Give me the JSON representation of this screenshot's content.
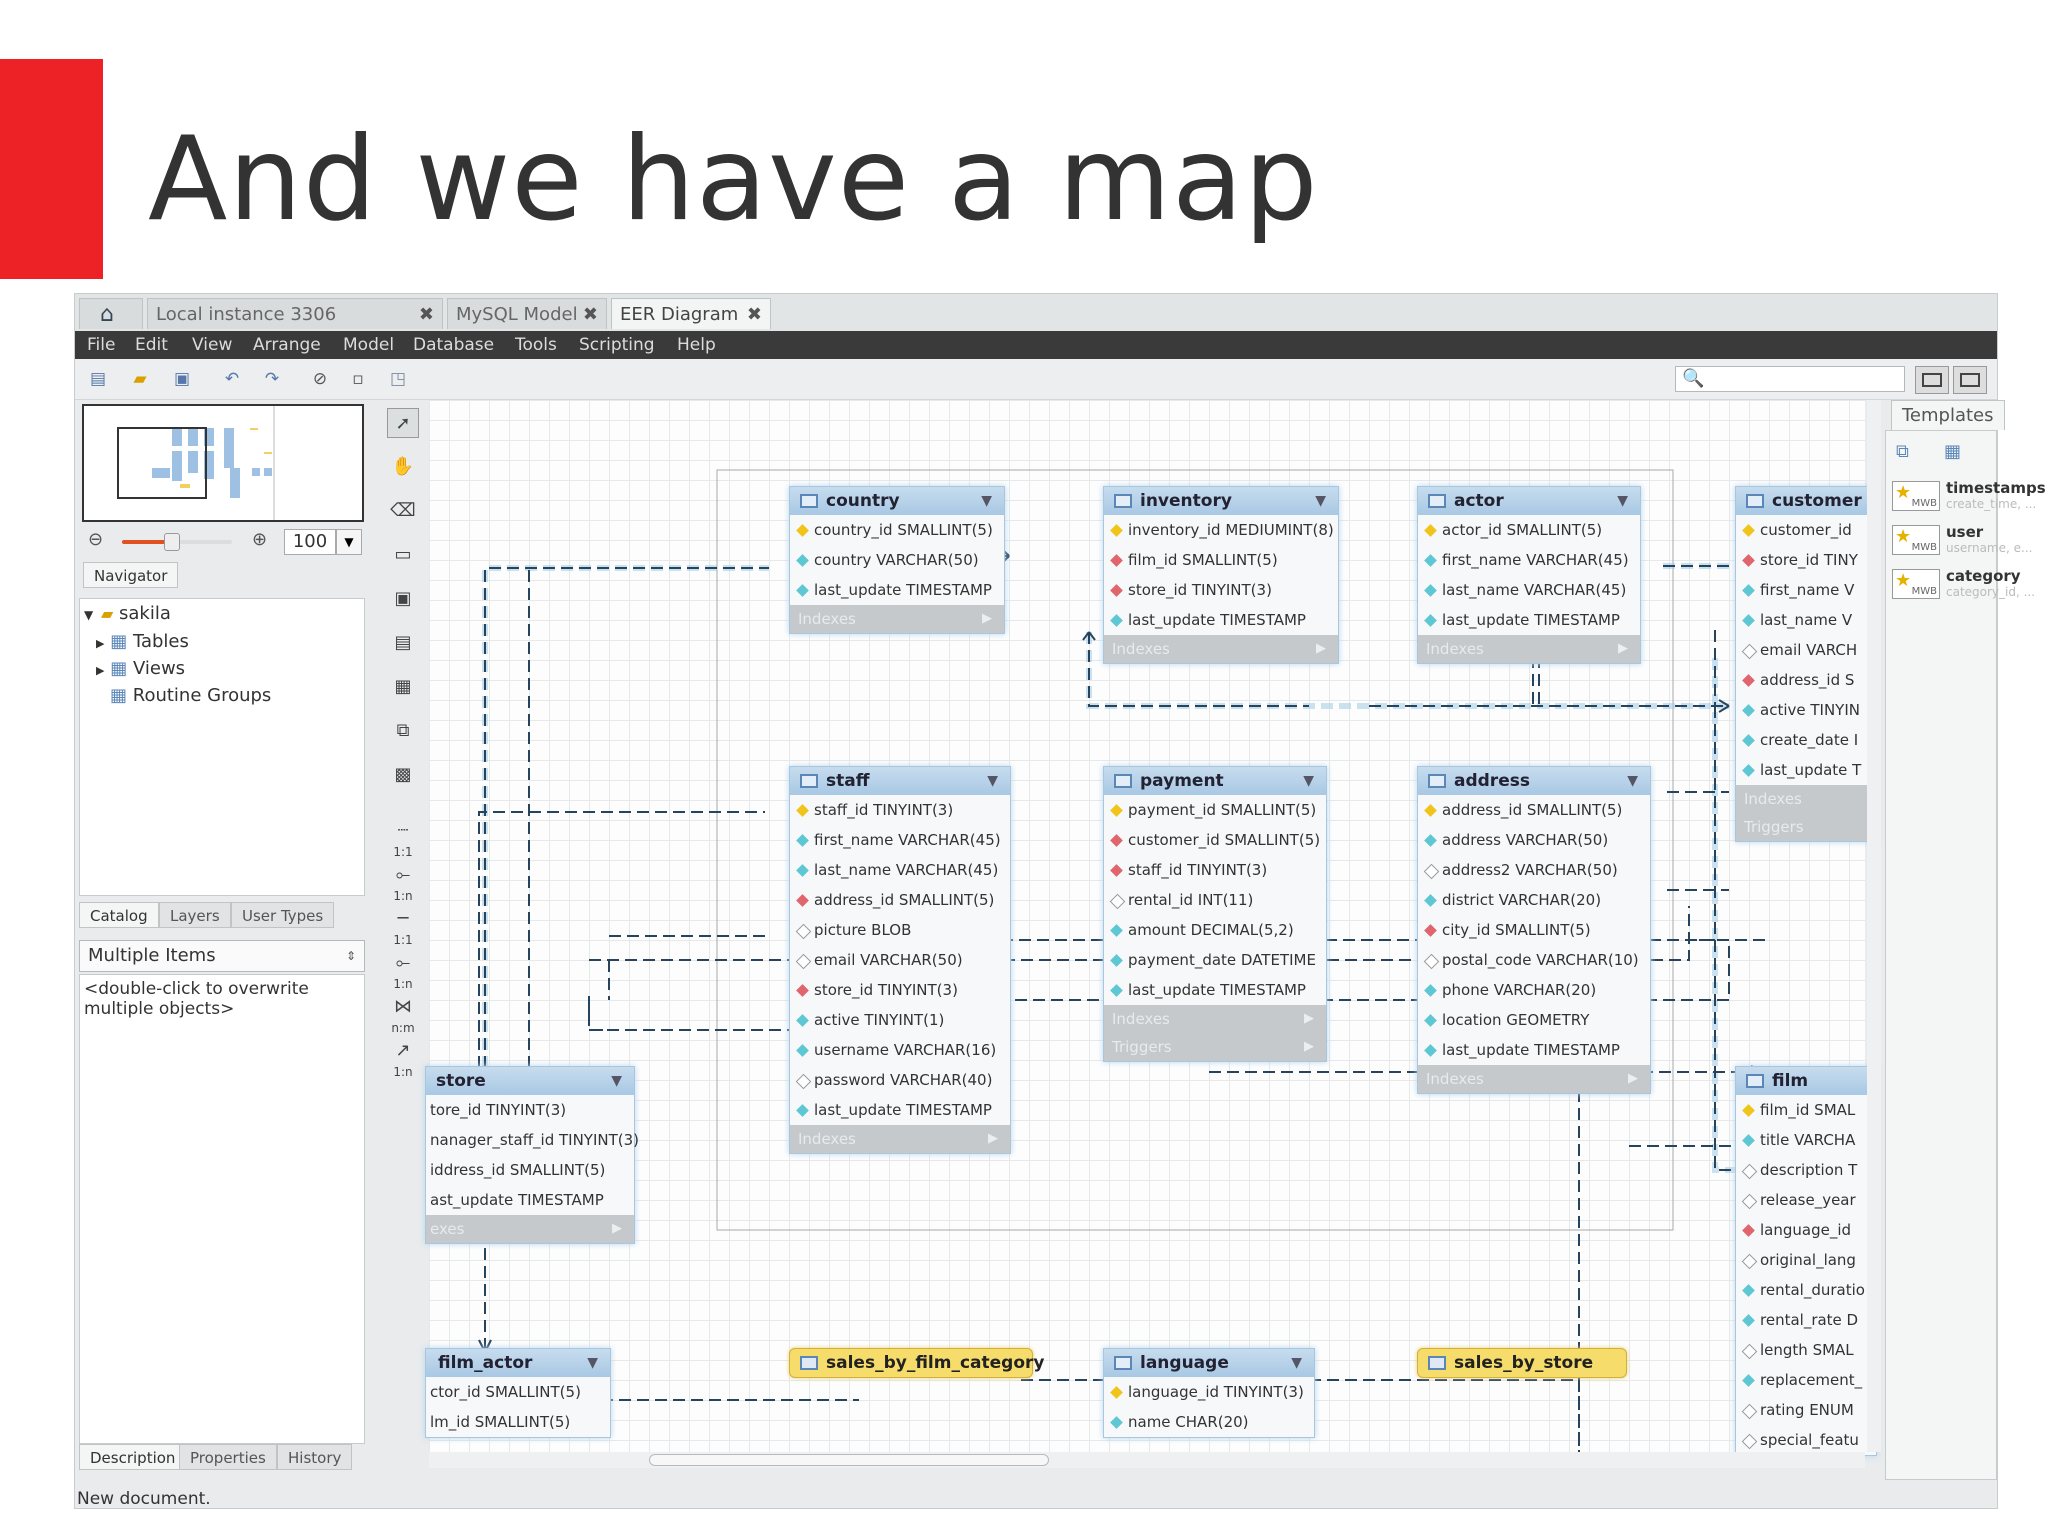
{
  "slide": {
    "title": "And we have a map",
    "accent": "#ec2227"
  },
  "tabs": [
    {
      "label": "Local instance 3306"
    },
    {
      "label": "MySQL Model"
    },
    {
      "label": "EER Diagram"
    }
  ],
  "menu": [
    "File",
    "Edit",
    "View",
    "Arrange",
    "Model",
    "Database",
    "Tools",
    "Scripting",
    "Help"
  ],
  "navigator": {
    "zoom": "100",
    "label": "Navigator"
  },
  "catalog": {
    "schema": "sakila",
    "items": [
      "Tables",
      "Views",
      "Routine Groups"
    ],
    "tabs": [
      "Catalog",
      "Layers",
      "User Types"
    ]
  },
  "properties": {
    "selected": "Multiple Items",
    "description": "<double-click to overwrite multiple objects>",
    "tabs": [
      "Description",
      "Properties",
      "History"
    ]
  },
  "tools": {
    "rel_labels": [
      "1:1",
      "1:n",
      "1:1",
      "1:n",
      "n:m",
      "1:n"
    ]
  },
  "tables": {
    "country": {
      "title": "country",
      "cols": [
        "country_id SMALLINT(5)",
        "country VARCHAR(50)",
        "last_update TIMESTAMP"
      ],
      "footer": [
        "Indexes"
      ]
    },
    "inventory": {
      "title": "inventory",
      "cols": [
        "inventory_id MEDIUMINT(8)",
        "film_id SMALLINT(5)",
        "store_id TINYINT(3)",
        "last_update TIMESTAMP"
      ],
      "footer": [
        "Indexes"
      ]
    },
    "actor": {
      "title": "actor",
      "cols": [
        "actor_id SMALLINT(5)",
        "first_name VARCHAR(45)",
        "last_name VARCHAR(45)",
        "last_update TIMESTAMP"
      ],
      "footer": [
        "Indexes"
      ]
    },
    "customer": {
      "title": "customer",
      "cols": [
        "customer_id",
        "store_id TINY",
        "first_name V",
        "last_name V",
        "email VARCH",
        "address_id S",
        "active TINYIN",
        "create_date I",
        "last_update T"
      ],
      "footer": [
        "Indexes",
        "Triggers"
      ]
    },
    "staff": {
      "title": "staff",
      "cols": [
        "staff_id TINYINT(3)",
        "first_name VARCHAR(45)",
        "last_name VARCHAR(45)",
        "address_id SMALLINT(5)",
        "picture BLOB",
        "email VARCHAR(50)",
        "store_id TINYINT(3)",
        "active TINYINT(1)",
        "username VARCHAR(16)",
        "password VARCHAR(40)",
        "last_update TIMESTAMP"
      ],
      "footer": [
        "Indexes"
      ]
    },
    "payment": {
      "title": "payment",
      "cols": [
        "payment_id SMALLINT(5)",
        "customer_id SMALLINT(5)",
        "staff_id TINYINT(3)",
        "rental_id INT(11)",
        "amount DECIMAL(5,2)",
        "payment_date DATETIME",
        "last_update TIMESTAMP"
      ],
      "footer": [
        "Indexes",
        "Triggers"
      ]
    },
    "address": {
      "title": "address",
      "cols": [
        "address_id SMALLINT(5)",
        "address VARCHAR(50)",
        "address2 VARCHAR(50)",
        "district VARCHAR(20)",
        "city_id SMALLINT(5)",
        "postal_code VARCHAR(10)",
        "phone VARCHAR(20)",
        "location GEOMETRY",
        "last_update TIMESTAMP"
      ],
      "footer": [
        "Indexes"
      ]
    },
    "store": {
      "title": "store",
      "cols": [
        "tore_id TINYINT(3)",
        "nanager_staff_id TINYINT(3)",
        "iddress_id SMALLINT(5)",
        "ast_update TIMESTAMP"
      ],
      "footer": [
        "exes"
      ]
    },
    "film": {
      "title": "film",
      "cols": [
        "film_id SMAL",
        "title VARCHA",
        "description T",
        "release_year",
        "language_id",
        "original_lang",
        "rental_duratio",
        "rental_rate D",
        "length SMAL",
        "replacement_",
        "rating ENUM",
        "special_featu"
      ],
      "footer": []
    },
    "film_actor": {
      "title": "film_actor",
      "cols": [
        "ctor_id SMALLINT(5)",
        "lm_id SMALLINT(5)"
      ],
      "footer": []
    },
    "language": {
      "title": "language",
      "cols": [
        "language_id TINYINT(3)",
        "name CHAR(20)"
      ],
      "footer": []
    }
  },
  "views": {
    "v1": "sales_by_film_category",
    "v2": "sales_by_store"
  },
  "templates": {
    "label": "Templates",
    "items": [
      {
        "name": "timestamps",
        "sub": "create_time, ..."
      },
      {
        "name": "user",
        "sub": "username, e..."
      },
      {
        "name": "category",
        "sub": "category_id, ..."
      }
    ],
    "badge": "MWB"
  },
  "status": "New document."
}
